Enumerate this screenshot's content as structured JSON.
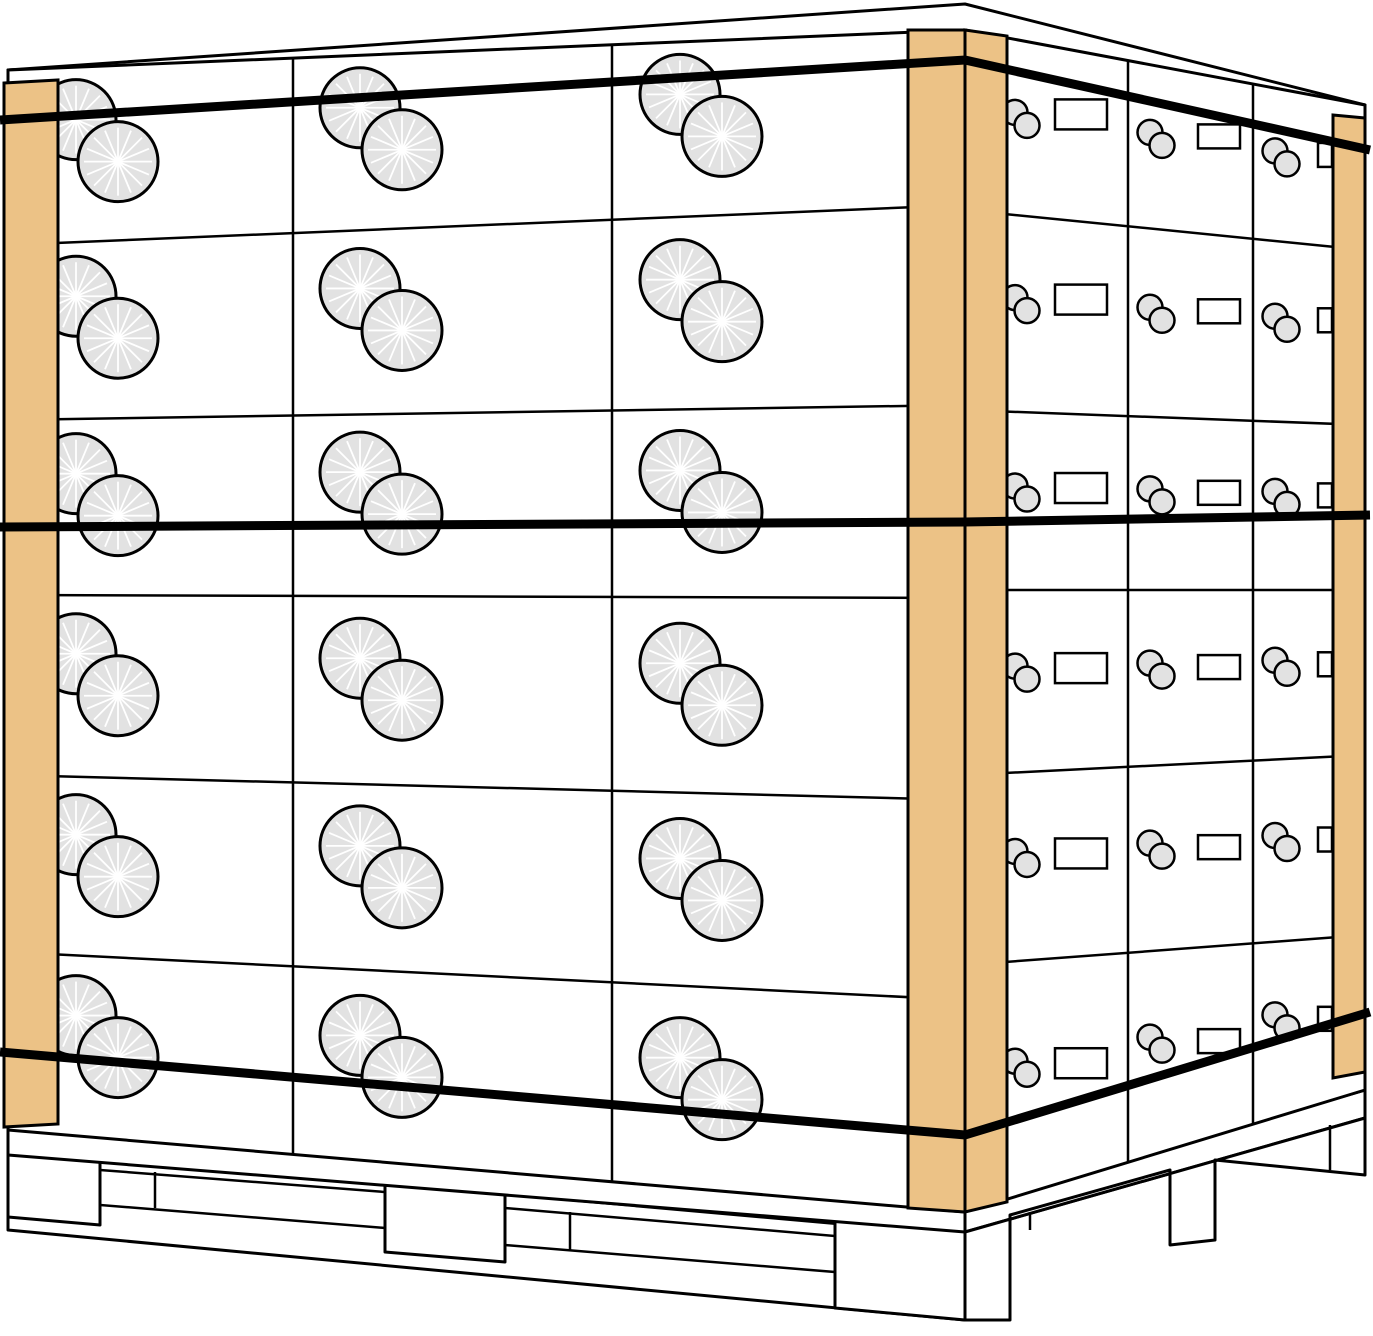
{
  "illustration": {
    "subject": "palletized-orange-boxes",
    "front_columns": 3,
    "front_rows": 6,
    "side_columns": 3,
    "side_rows": 6,
    "strap_count": 3,
    "corner_boards": 3
  },
  "colors": {
    "background": "#ffffff",
    "outline": "#000000",
    "fruit_fill": "#e2e2e2",
    "fruit_segment": "#ffffff",
    "edge_protector": "#ecc286",
    "strap": "#000000"
  },
  "icons": {
    "fruit": "orange-slice-icon",
    "label": "label-rectangle-icon"
  }
}
